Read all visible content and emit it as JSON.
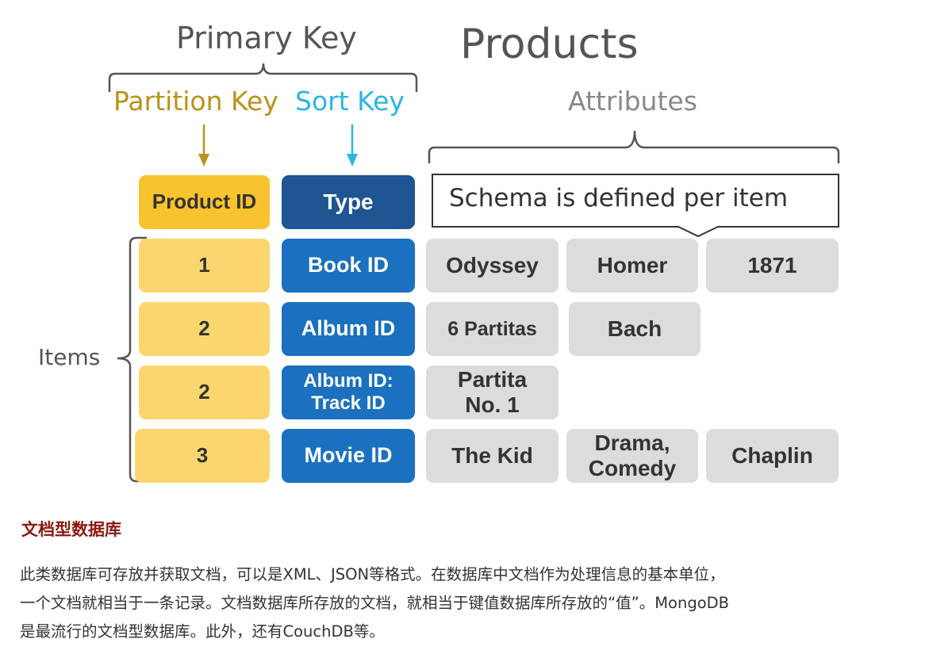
{
  "diagram": {
    "primary_key": "Primary Key",
    "title": "Products",
    "partition_key": "Partition Key",
    "sort_key": "Sort Key",
    "attributes": "Attributes",
    "items": "Items",
    "schema_note": "Schema is defined per item",
    "column_headers": {
      "product_id": "Product ID",
      "type": "Type"
    },
    "rows": [
      {
        "pid": "1",
        "type": "Book ID",
        "attrs": [
          "Odyssey",
          "Homer",
          "1871"
        ]
      },
      {
        "pid": "2",
        "type": "Album ID",
        "attrs": [
          "6 Partitas",
          "Bach"
        ]
      },
      {
        "pid": "2",
        "type": "Album ID: Track ID",
        "attrs": [
          "Partita No. 1"
        ]
      },
      {
        "pid": "3",
        "type": "Movie ID",
        "attrs": [
          "The Kid",
          "Drama, Comedy",
          "Chaplin"
        ]
      }
    ],
    "colors": {
      "partition": "#f8c32e",
      "sort": "#1b71bf",
      "attribute": "#dcdcdc",
      "partition_label": "#b8921a",
      "sort_label": "#2ab6e0"
    }
  },
  "article": {
    "heading": "文档型数据库",
    "lines": [
      "此类数据库可存放并获取文档，可以是XML、JSON等格式。在数据库中文档作为处理信息的基本单位，",
      "一个文档就相当于一条记录。文档数据库所存放的文档，就相当于键值数据库所存放的“值”。MongoDB",
      "是最流行的文档型数据库。此外，还有CouchDB等。"
    ]
  }
}
